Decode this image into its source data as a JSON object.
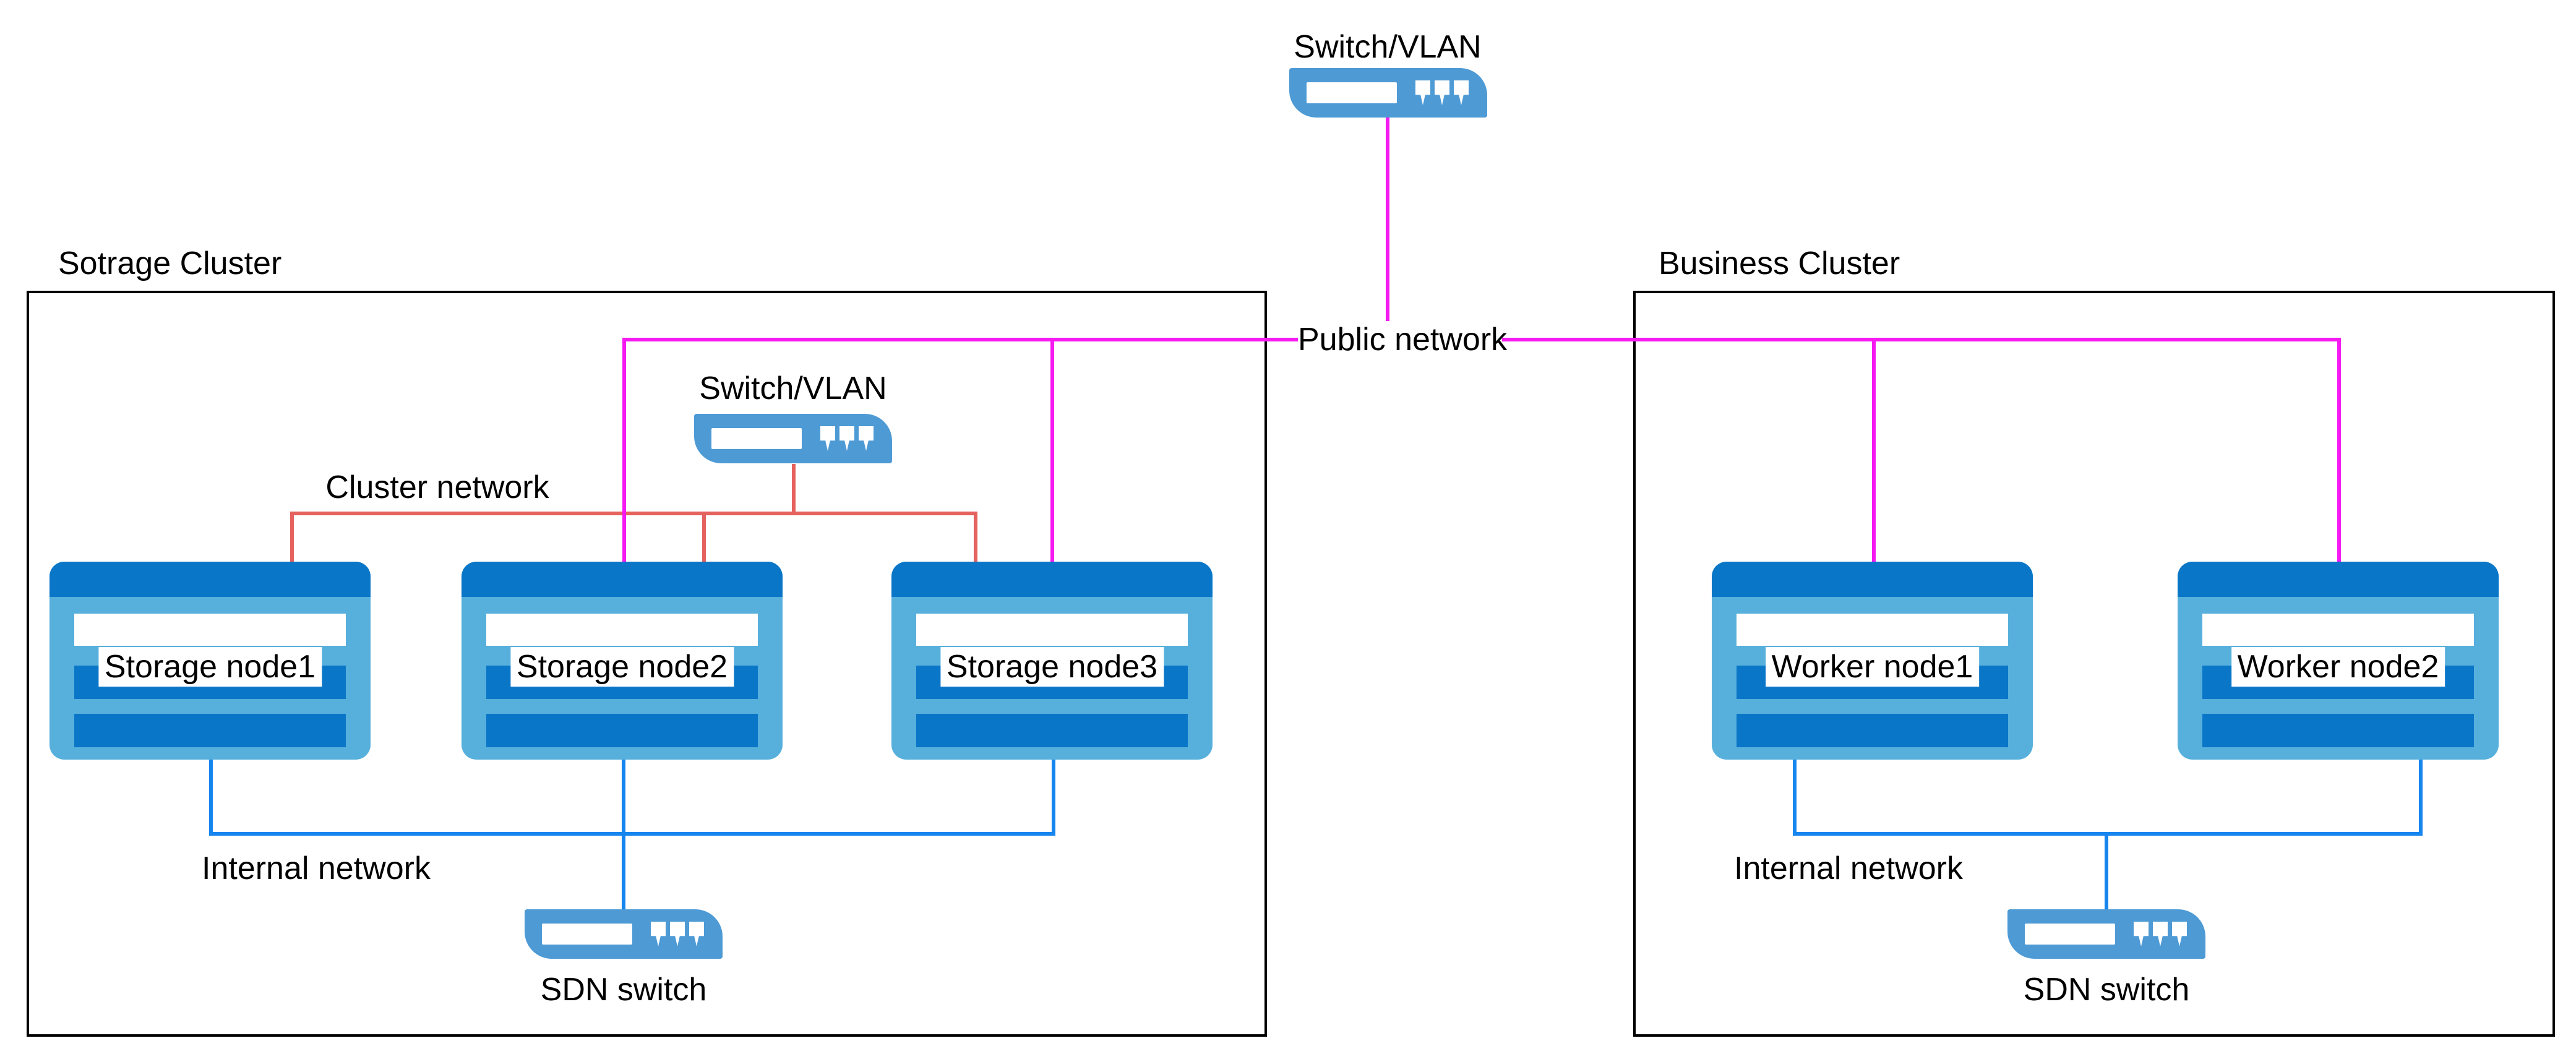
{
  "colors": {
    "c-node-body": "#57B0DC",
    "c-node-dark": "#0A76C8",
    "c-switch": "#4D9AD5",
    "c-pub": "#F619F2",
    "c-clu": "#E5625E",
    "c-int": "#1685EE",
    "c-ink": "#000000"
  },
  "top_switch_label": "Switch/VLAN",
  "public_network_label": "Public network",
  "storage_cluster": {
    "title": "Sotrage Cluster",
    "switch_label": "Switch/VLAN",
    "cluster_network_label": "Cluster network",
    "internal_network_label": "Internal network",
    "sdn_switch_label": "SDN switch",
    "nodes": [
      {
        "label": "Storage node1"
      },
      {
        "label": "Storage node2"
      },
      {
        "label": "Storage node3"
      }
    ]
  },
  "business_cluster": {
    "title": "Business Cluster",
    "internal_network_label": "Internal network",
    "sdn_switch_label": "SDN switch",
    "nodes": [
      {
        "label": "Worker node1"
      },
      {
        "label": "Worker node2"
      }
    ]
  }
}
